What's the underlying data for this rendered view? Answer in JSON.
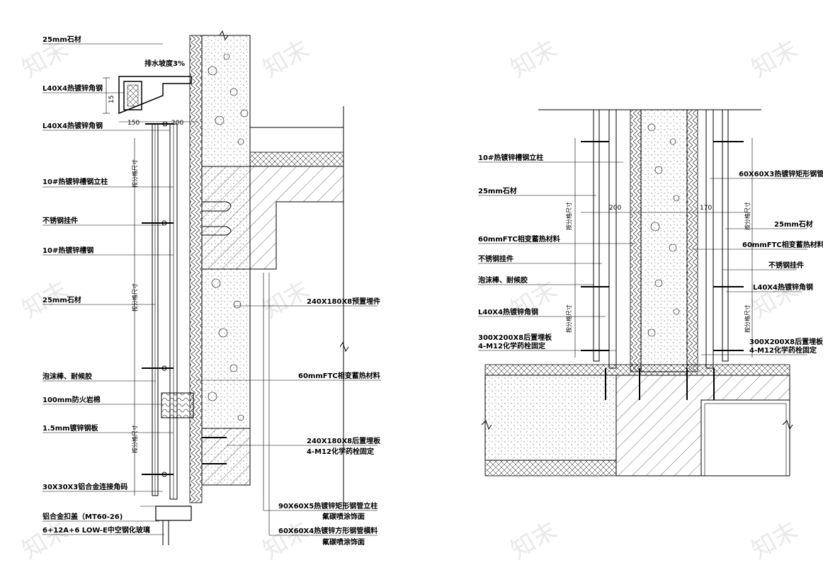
{
  "left_detail": {
    "labels": [
      "25mm石材",
      "排水坡度3%",
      "L40X4热镀锌角钢",
      "L40X4热镀锌角钢",
      "10#热镀锌槽钢立柱",
      "不锈钢挂件",
      "10#热镀锌槽钢",
      "25mm石材",
      "泡沫棒、耐候胶",
      "100mm防火岩棉",
      "1.5mm镀锌钢板",
      "30X30X3铝合金连接角码",
      "铝合金扣盖（MT60-26)",
      "6+12A+6 LOW-E中空钢化玻璃"
    ],
    "right_labels": [
      "240X180X8预置埋件",
      "60mmFTC相变蓄热材料",
      "240X180X8后置埋板",
      "4-M12化学药栓固定",
      "90X60X5热镀锌矩形钢管立柱",
      "氟碳喷涂饰面",
      "60X60X4热镀锌方形钢管横料",
      "氟碳喷涂饰面"
    ],
    "dims": {
      "d15": "15",
      "d150": "150",
      "d200": "200"
    },
    "vertical_notes": [
      "按分格尺寸",
      "按分格尺寸",
      "按分格尺寸"
    ]
  },
  "right_detail": {
    "left_labels": [
      "10#热镀锌槽钢立柱",
      "25mm石材",
      "60mmFTC相变蓄热材料",
      "不锈钢挂件",
      "泡沫棒、耐候胶",
      "L40X4热镀锌角钢",
      "300X200X8后置埋板",
      "4-M12化学药栓固定"
    ],
    "right_labels": [
      "60X60X3热镀锌矩形钢管",
      "25mm石材",
      "60mmFTC相变蓄热材料",
      "不锈钢挂件",
      "L40X4热镀锌角钢",
      "300X200X8后置埋板",
      "4-M12化学药栓固定"
    ],
    "dims": {
      "d200": "200",
      "d170": "170"
    },
    "vertical_notes": [
      "按分格尺寸",
      "按分格尺寸",
      "按分格尺寸",
      "按分格尺寸"
    ]
  }
}
